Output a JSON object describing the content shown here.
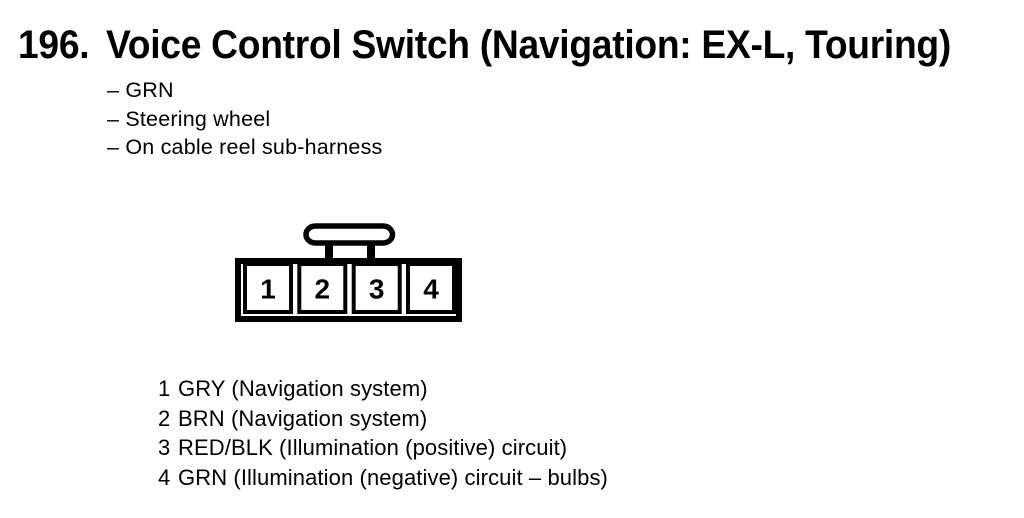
{
  "page": {
    "background": "#ffffff",
    "ink": "#000000"
  },
  "title": {
    "number": "196.",
    "text": "Voice Control Switch (Navigation: EX-L, Touring)"
  },
  "notes": [
    "– GRN",
    "– Steering wheel",
    "– On cable reel sub-harness"
  ],
  "connector": {
    "pins": [
      "1",
      "2",
      "3",
      "4"
    ]
  },
  "pin_table": {
    "rows": [
      {
        "pin": "1",
        "desc": "GRY (Navigation system)"
      },
      {
        "pin": "2",
        "desc": "BRN (Navigation system)"
      },
      {
        "pin": "3",
        "desc": "RED/BLK (Illumination (positive) circuit)"
      },
      {
        "pin": "4",
        "desc": "GRN (Illumination (negative) circuit – bulbs)"
      }
    ]
  }
}
